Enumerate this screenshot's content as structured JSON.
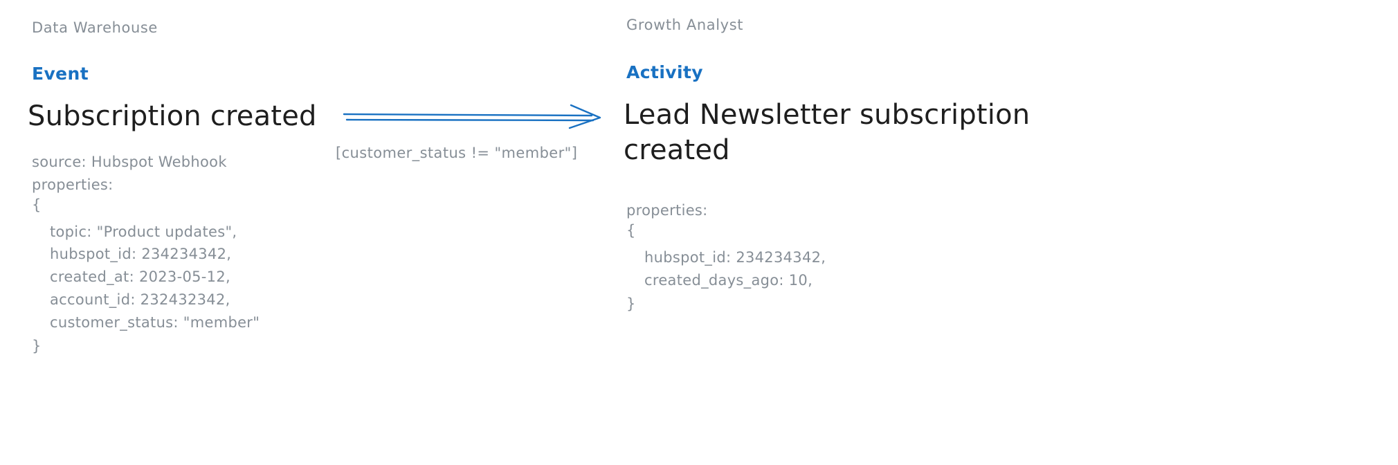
{
  "diagram": {
    "type": "event-to-activity-mapping",
    "accent_color": "#1971c2",
    "text_color": "#1e1e1e",
    "muted_color": "#868e96",
    "background": "#ffffff"
  },
  "left": {
    "owner": "Data Warehouse",
    "kind": "Event",
    "title": "Subscription created",
    "source_line": "source: Hubspot Webhook",
    "properties_label": "properties:",
    "open_brace": "{",
    "close_brace": "}",
    "properties": [
      "topic: \"Product updates\",",
      "hubspot_id: 234234342,",
      "created_at: 2023-05-12,",
      "account_id: 232432342,",
      "customer_status: \"member\""
    ]
  },
  "edge": {
    "condition": "[customer_status != \"member\"]",
    "direction": "left-to-right",
    "style": "double-line-arrow",
    "color": "#1971c2"
  },
  "right": {
    "owner": "Growth Analyst",
    "kind": "Activity",
    "title": "Lead Newsletter subscription created",
    "properties_label": "properties:",
    "open_brace": "{",
    "close_brace": "}",
    "properties": [
      "hubspot_id: 234234342,",
      "created_days_ago: 10,"
    ]
  }
}
